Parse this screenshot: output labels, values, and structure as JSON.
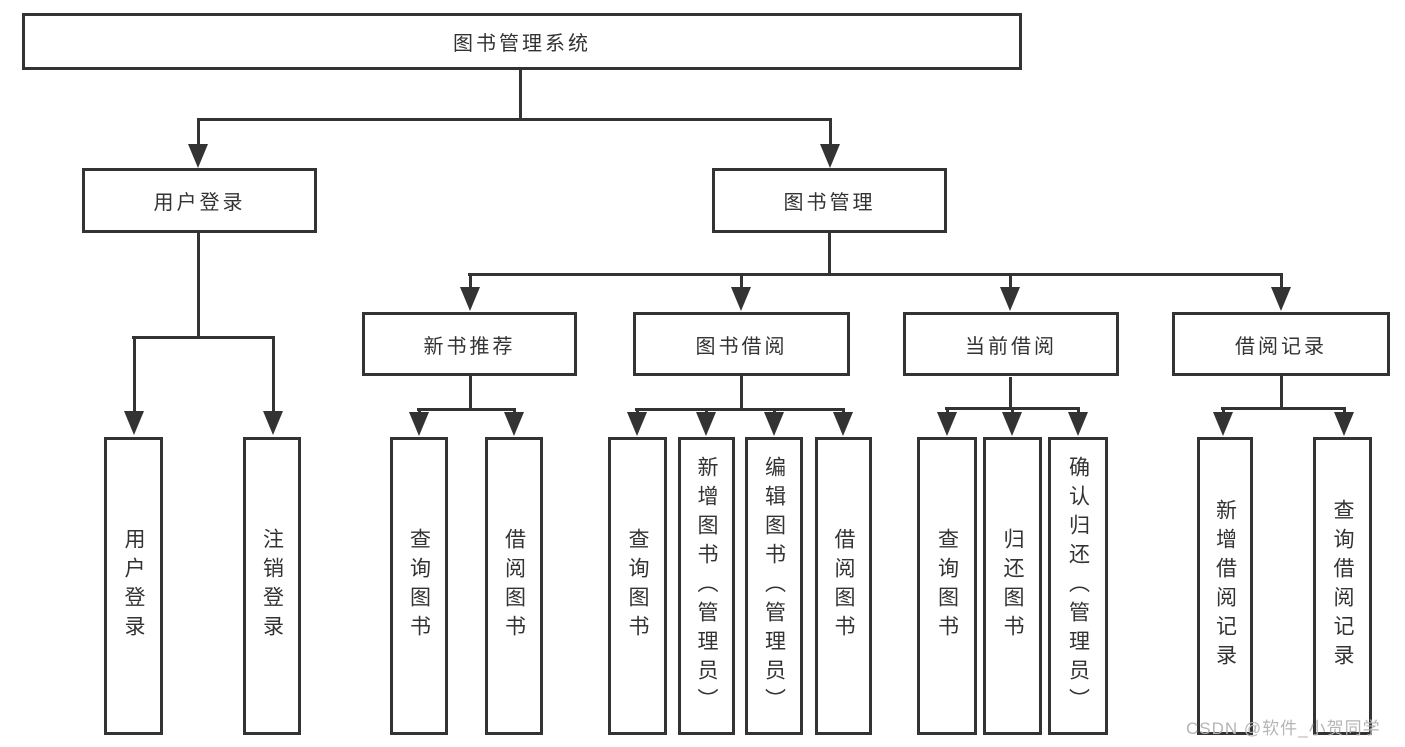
{
  "colors": {
    "line": "#333333",
    "text": "#333333",
    "watermark": "#b5b5b5",
    "background": "#ffffff"
  },
  "watermark": "CSDN @软件_小贺同学",
  "tree": {
    "label": "图书管理系统",
    "children": [
      {
        "label": "用户登录",
        "children": [
          {
            "label": "用户登录"
          },
          {
            "label": "注销登录"
          }
        ]
      },
      {
        "label": "图书管理",
        "children": [
          {
            "label": "新书推荐",
            "children": [
              {
                "label": "查询图书"
              },
              {
                "label": "借阅图书"
              }
            ]
          },
          {
            "label": "图书借阅",
            "children": [
              {
                "label": "查询图书"
              },
              {
                "label": "新增图书（管理员）"
              },
              {
                "label": "编辑图书（管理员）"
              },
              {
                "label": "借阅图书"
              }
            ]
          },
          {
            "label": "当前借阅",
            "children": [
              {
                "label": "查询图书"
              },
              {
                "label": "归还图书"
              },
              {
                "label": "确认归还（管理员）"
              }
            ]
          },
          {
            "label": "借阅记录",
            "children": [
              {
                "label": "新增借阅记录"
              },
              {
                "label": "查询借阅记录"
              }
            ]
          }
        ]
      }
    ]
  }
}
